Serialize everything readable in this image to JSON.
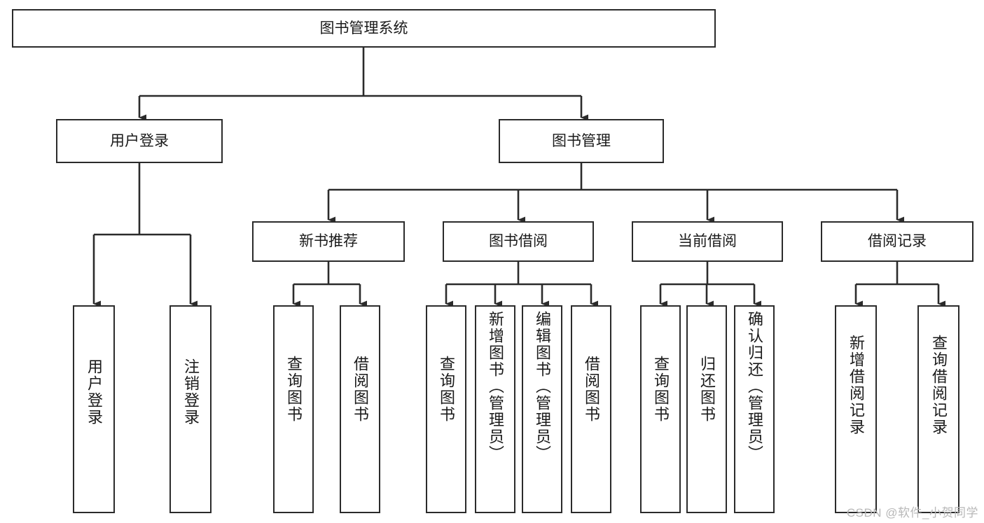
{
  "diagram": {
    "title": "图书管理系统",
    "type": "tree-hierarchy-diagram",
    "root": {
      "id": "root",
      "label": "图书管理系统"
    },
    "level2": [
      {
        "id": "user-login",
        "label": "用户登录"
      },
      {
        "id": "book-manage",
        "label": "图书管理"
      }
    ],
    "level3": [
      {
        "id": "new-book-rec",
        "label": "新书推荐"
      },
      {
        "id": "book-borrow",
        "label": "图书借阅"
      },
      {
        "id": "current-borrow",
        "label": "当前借阅"
      },
      {
        "id": "borrow-record",
        "label": "借阅记录"
      }
    ],
    "leaves": [
      {
        "id": "leaf-user-login",
        "label": "用户登录",
        "parent": "user-login"
      },
      {
        "id": "leaf-logout",
        "label": "注销登录",
        "parent": "user-login"
      },
      {
        "id": "leaf-query-book-1",
        "label": "查询图书",
        "parent": "new-book-rec"
      },
      {
        "id": "leaf-borrow-book-1",
        "label": "借阅图书",
        "parent": "new-book-rec"
      },
      {
        "id": "leaf-query-book-2",
        "label": "查询图书",
        "parent": "book-borrow"
      },
      {
        "id": "leaf-add-book",
        "label": "新增图书（管理员）",
        "parent": "book-borrow"
      },
      {
        "id": "leaf-edit-book",
        "label": "编辑图书（管理员）",
        "parent": "book-borrow"
      },
      {
        "id": "leaf-borrow-book-2",
        "label": "借阅图书",
        "parent": "book-borrow"
      },
      {
        "id": "leaf-query-book-3",
        "label": "查询图书",
        "parent": "current-borrow"
      },
      {
        "id": "leaf-return-book",
        "label": "归还图书",
        "parent": "current-borrow"
      },
      {
        "id": "leaf-confirm-return",
        "label": "确认归还（管理员）",
        "parent": "current-borrow"
      },
      {
        "id": "leaf-add-record",
        "label": "新增借阅记录",
        "parent": "borrow-record"
      },
      {
        "id": "leaf-query-record",
        "label": "查询借阅记录",
        "parent": "borrow-record"
      }
    ],
    "colors": {
      "stroke": "#2b2b2b",
      "fill": "#ffffff",
      "text": "#1a1a1a",
      "watermark": "#b8b8b8"
    }
  },
  "watermark": {
    "text": "CSDN @软件_小贺同学"
  }
}
